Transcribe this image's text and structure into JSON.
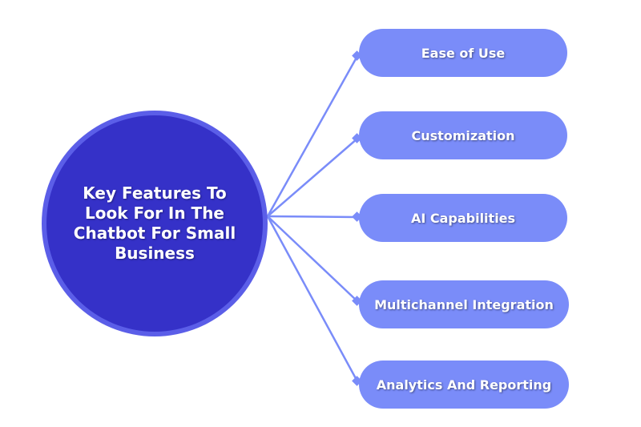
{
  "diagram": {
    "central_topic": "Key Features To Look For In The Chatbot For Small Business",
    "features": [
      "Ease of Use",
      "Customization",
      "AI Capabilities",
      "Multichannel Integration",
      "Analytics And Reporting"
    ]
  },
  "colors": {
    "hub_fill": "#3531c8",
    "hub_ring": "#5b5ee8",
    "feature_fill": "#7a8cf9",
    "connector": "#7a8cf9",
    "text": "#ffffff"
  }
}
